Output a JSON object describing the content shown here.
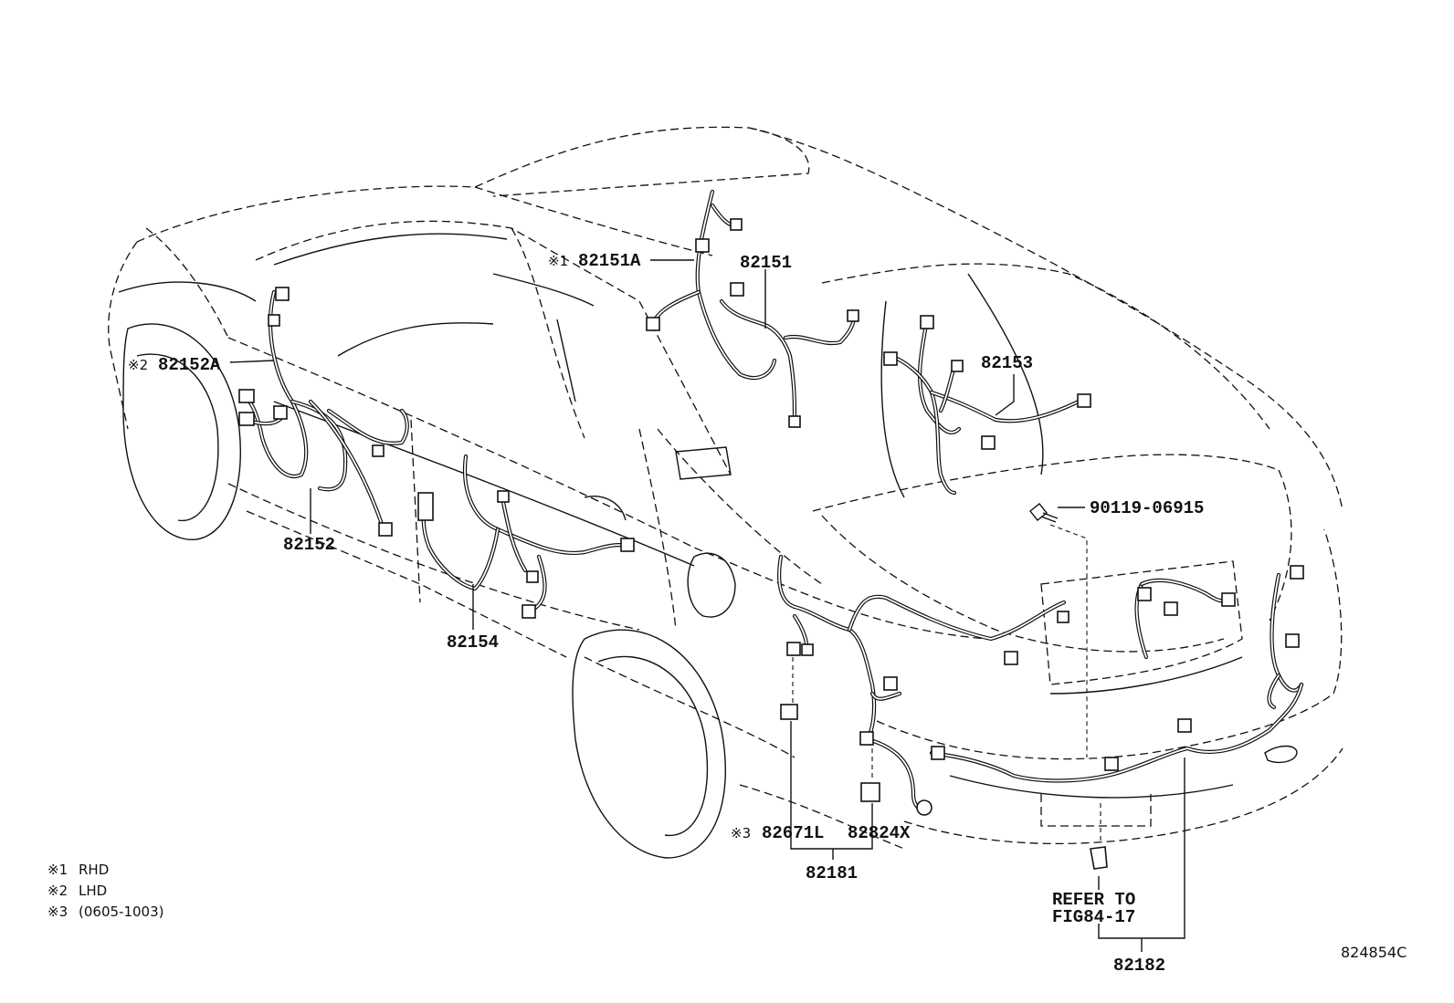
{
  "callouts": {
    "p82151A": {
      "mark": "※1",
      "label": "82151A"
    },
    "p82151": {
      "label": "82151"
    },
    "p82153": {
      "label": "82153"
    },
    "p82152A": {
      "mark": "※2",
      "label": "82152A"
    },
    "p82152": {
      "label": "82152"
    },
    "p82154": {
      "label": "82154"
    },
    "p90119": {
      "label": "90119-06915"
    },
    "p82671L": {
      "mark": "※3",
      "label": "82671L"
    },
    "p82824X": {
      "label": "82824X"
    },
    "p82181": {
      "label": "82181"
    },
    "refer": {
      "line1": "REFER TO",
      "line2": "FIG84-17"
    },
    "p82182": {
      "label": "82182"
    }
  },
  "legend": [
    {
      "mark": "※1",
      "text": "RHD"
    },
    {
      "mark": "※2",
      "text": "LHD"
    },
    {
      "mark": "※3",
      "text": "(0605-1003)"
    }
  ],
  "figure_code": "824854C"
}
